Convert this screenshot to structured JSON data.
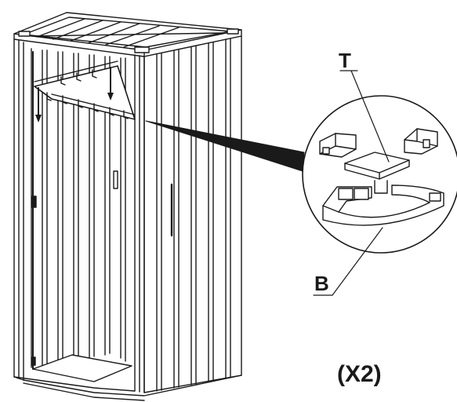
{
  "labels": {
    "t": "T",
    "b": "B",
    "multiplier": "(X2)"
  },
  "colors": {
    "line": "#1a1a1a",
    "background": "#ffffff"
  }
}
